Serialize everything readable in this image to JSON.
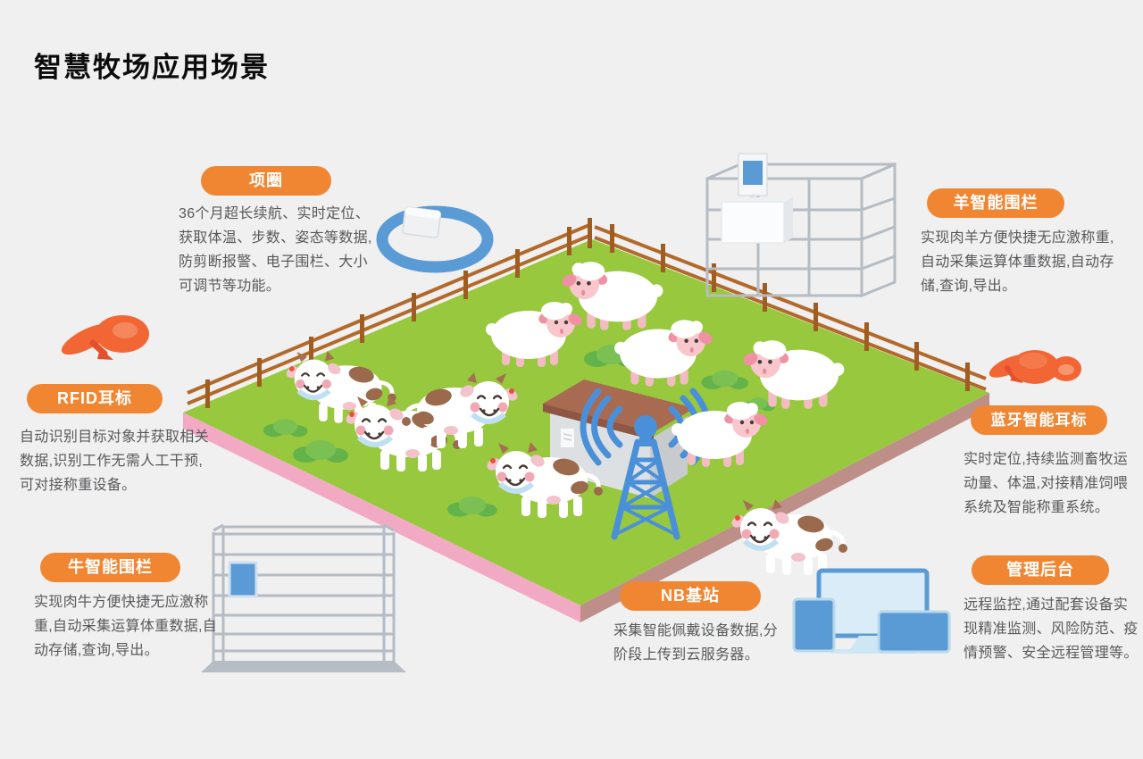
{
  "title": "智慧牧场应用场景",
  "callouts": {
    "collar": {
      "label": "项圈",
      "description": "36个月超长续航、实时定位、获取体温、步数、姿态等数据,防剪断报警、电子围栏、大小可调节等功能。"
    },
    "sheep_fence": {
      "label": "羊智能围栏",
      "description": "实现肉羊方便快捷无应激称重,自动采集运算体重数据,自动存储,查询,导出。"
    },
    "rfid_tag": {
      "label": "RFID耳标",
      "description": "自动识别目标对象并获取相关数据,识别工作无需人工干预,可对接称重设备。"
    },
    "bluetooth_tag": {
      "label": "蓝牙智能耳标",
      "description": "实时定位,持续监测畜牧运动量、体温,对接精准饲喂系统及智能称重系统。"
    },
    "cattle_fence": {
      "label": "牛智能围栏",
      "description": "实现肉牛方便快捷无应激称重,自动采集运算体重数据,自动存储,查询,导出。"
    },
    "nb_station": {
      "label": "NB基站",
      "description": "采集智能佩戴设备数据,分阶段上传到云服务器。"
    },
    "admin_backend": {
      "label": "管理后台",
      "description": "远程监控,通过配套设备实现精准监测、风险防范、疫情预警、安全远程管理等。"
    }
  },
  "scene": {
    "sheep_count": 5,
    "cow_count": 5
  },
  "colors": {
    "accent_orange": "#f08632",
    "body_text": "#58595b",
    "grass_green": "#97c83e",
    "edge_pink": "#f2aac4",
    "fence_brown": "#b2692a",
    "device_blue": "#4a90d9",
    "tag_orange": "#f26636",
    "background": "#f0f0f0"
  }
}
